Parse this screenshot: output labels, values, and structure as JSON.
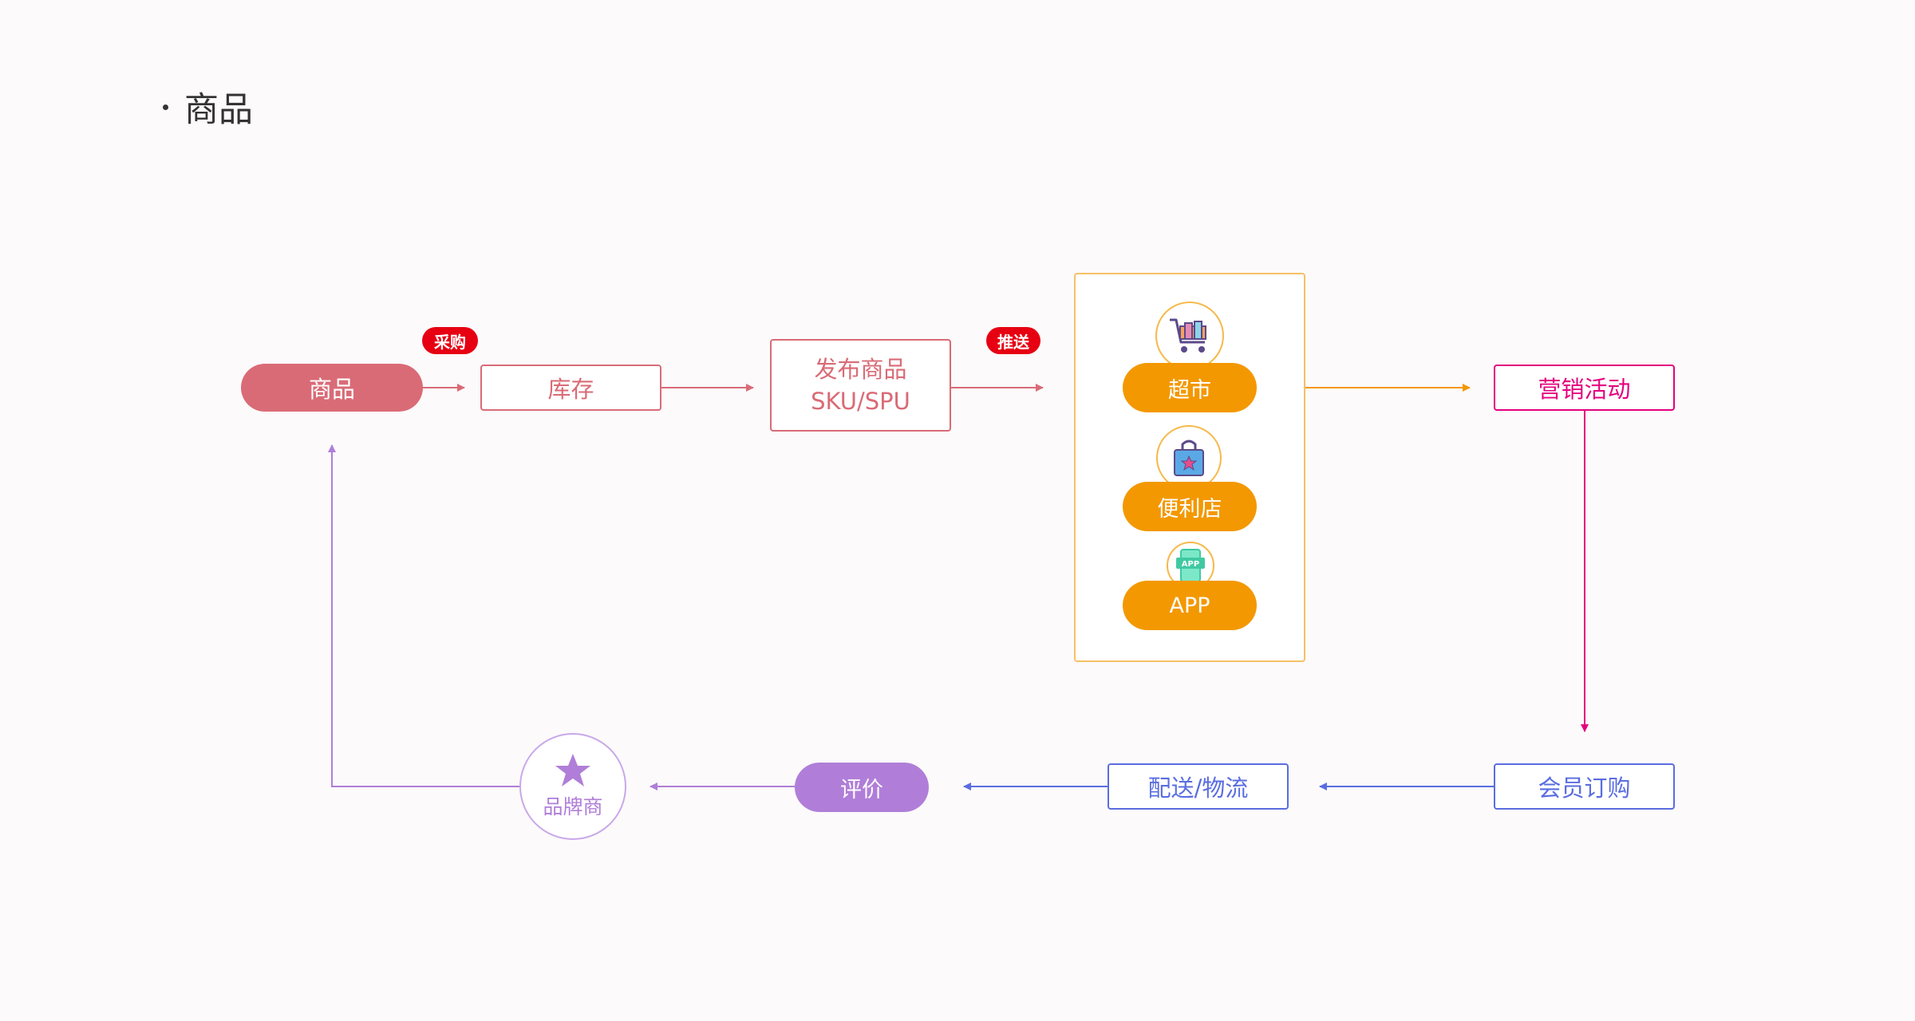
{
  "page_title": "商品",
  "nodes": {
    "product": "商品",
    "inventory": "库存",
    "publish_line1": "发布商品",
    "publish_line2": "SKU/SPU",
    "supermarket": "超市",
    "convenience_store": "便利店",
    "app": "APP",
    "marketing": "营销活动",
    "member_order": "会员订购",
    "delivery": "配送/物流",
    "review": "评价",
    "brand": "品牌商"
  },
  "badges": {
    "purchase": "采购",
    "push": "推送"
  },
  "icons": {
    "supermarket": "shopping-cart-icon",
    "convenience_store": "shopping-bag-icon",
    "app": "app-phone-icon",
    "brand": "star-icon"
  },
  "colors": {
    "red": "#d96b76",
    "badge_red": "#e60012",
    "orange": "#f39800",
    "magenta": "#e4007f",
    "blue": "#5a6de0",
    "purple": "#b07ed8"
  }
}
